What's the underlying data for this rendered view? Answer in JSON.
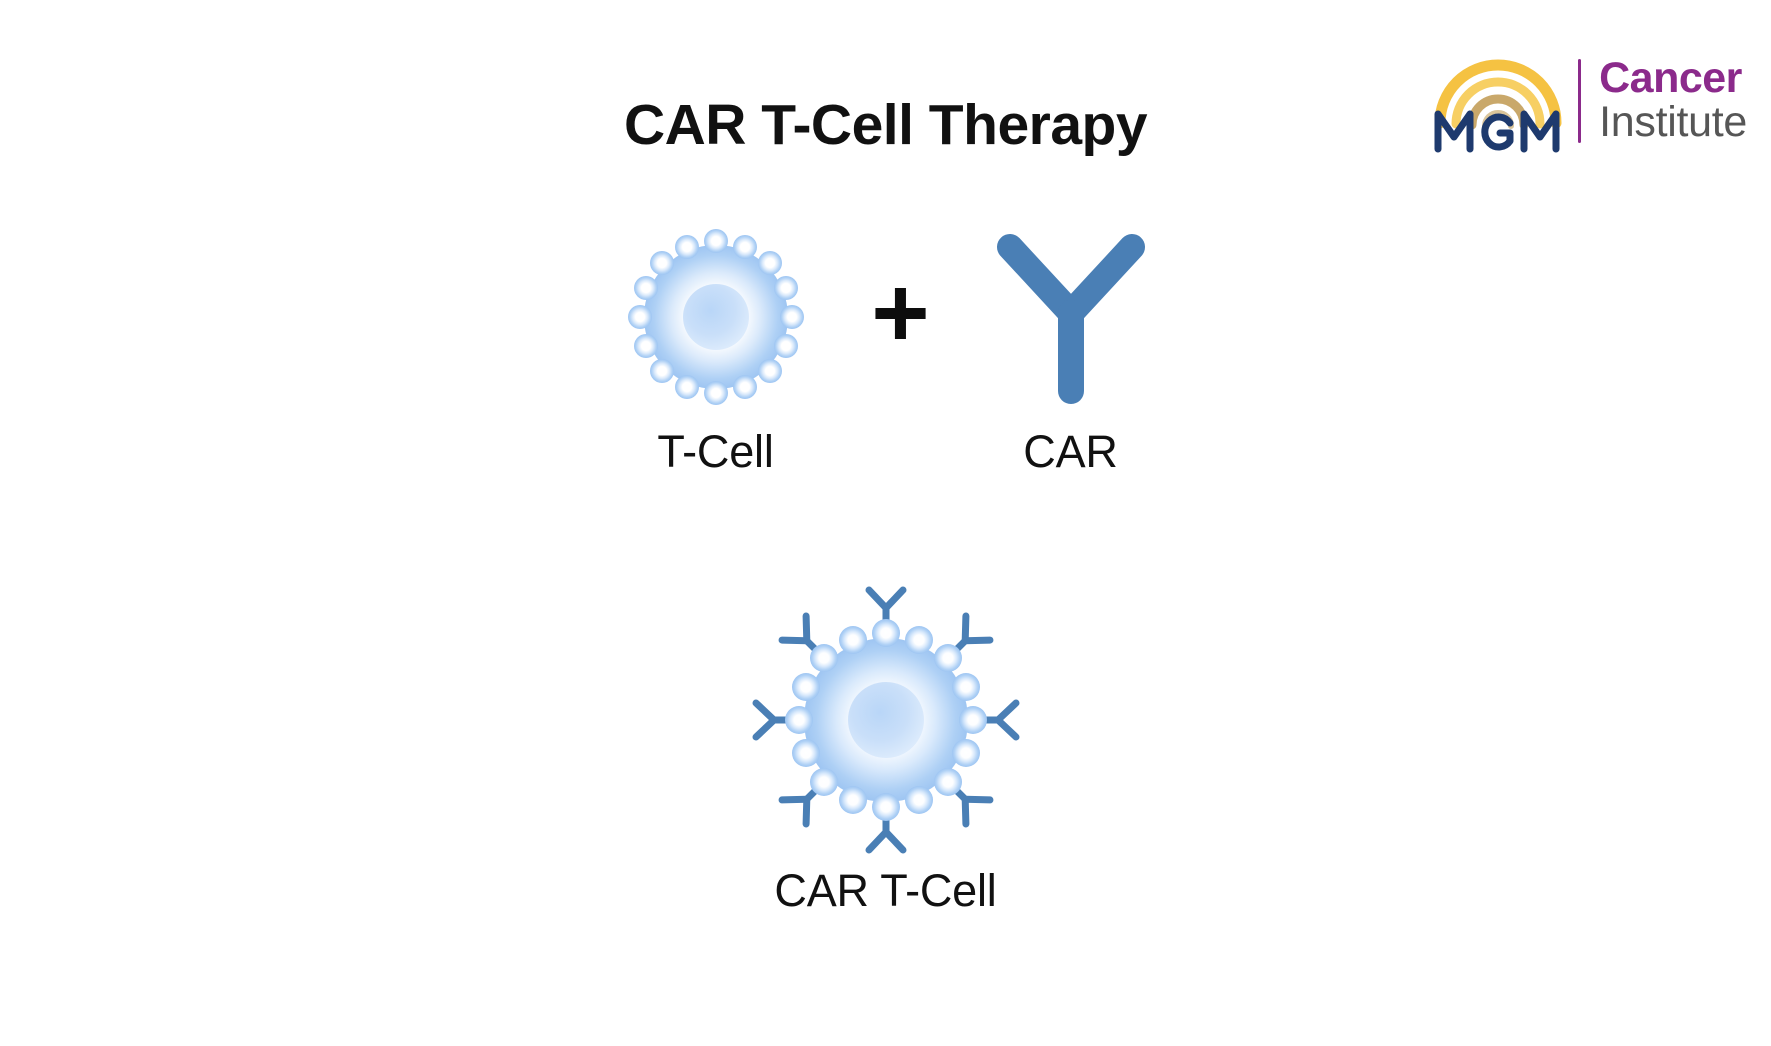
{
  "slide": {
    "title": "CAR T-Cell Therapy",
    "background_color": "#ffffff"
  },
  "brand": {
    "logo_mark": "mgm-arcs-logo",
    "mgm_text": "MGM",
    "divider": "|",
    "line1": "Cancer",
    "line2": "Institute",
    "colors": {
      "mgm_navy": "#1e3a6e",
      "arc_gold": "#f5c242",
      "arc_light_gold": "#f7cf63",
      "arc_bronze": "#c9a86a",
      "cancer_purple": "#8b2a8b",
      "institute_gray": "#565656"
    }
  },
  "diagram": {
    "operator": "+",
    "items": [
      {
        "id": "t-cell",
        "label": "T-Cell",
        "icon": "t-cell-icon"
      },
      {
        "id": "car",
        "label": "CAR",
        "icon": "car-antibody-icon"
      }
    ],
    "result": {
      "id": "car-t-cell",
      "label": "CAR T-Cell",
      "icon": "car-t-cell-icon",
      "receptor_count": 8
    },
    "colors": {
      "cell_edge": "#9ec5f2",
      "cell_mid": "#cfe3fa",
      "cell_center": "#ffffff",
      "nucleus": "#c5dcf8",
      "receptor_blue": "#4a7fb5",
      "text_black": "#111111"
    }
  }
}
